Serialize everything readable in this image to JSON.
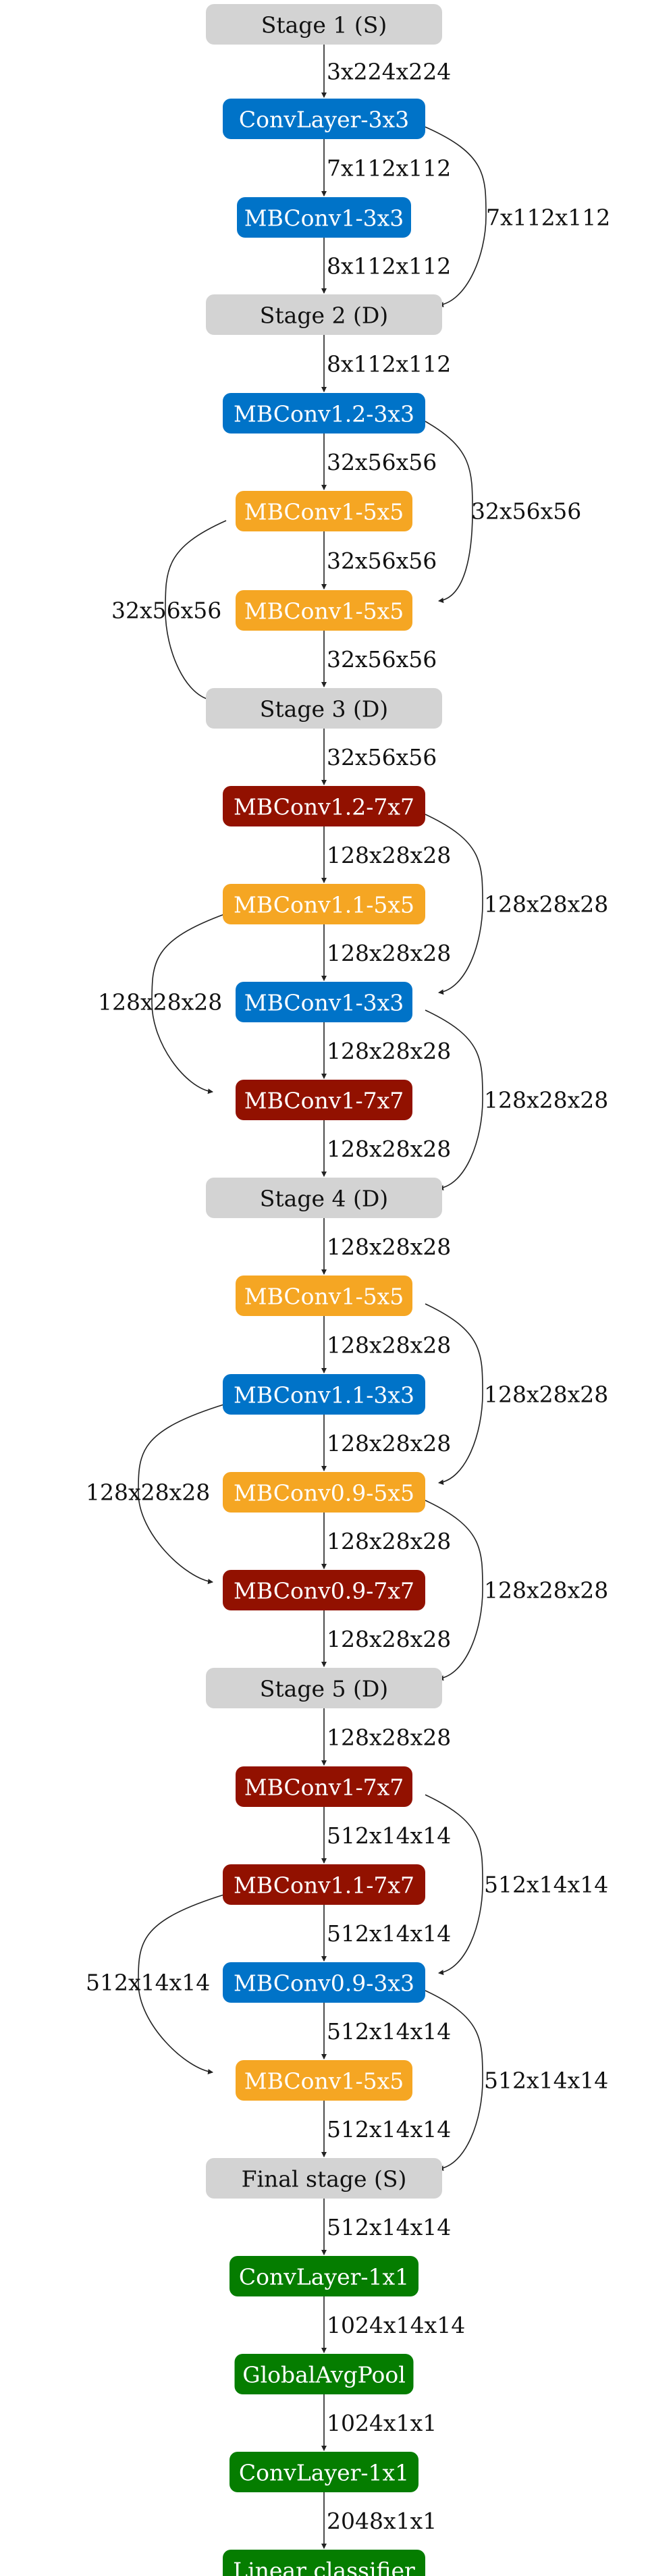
{
  "colors": {
    "stage": "#d3d3d3",
    "conv3x3": "#0073c8",
    "conv5x5": "#f5a623",
    "conv7x7": "#921100",
    "head": "#057d00",
    "text_light": "#ffffff",
    "text_dark": "#111111",
    "edge": "#222222"
  },
  "nodes": [
    {
      "id": "s1",
      "label": "Stage 1 (S)",
      "kind": "stage"
    },
    {
      "id": "cl1",
      "label": "ConvLayer-3x3",
      "kind": "conv3x3"
    },
    {
      "id": "mb1",
      "label": "MBConv1-3x3",
      "kind": "conv3x3"
    },
    {
      "id": "s2",
      "label": "Stage 2 (D)",
      "kind": "stage"
    },
    {
      "id": "mb2a",
      "label": "MBConv1.2-3x3",
      "kind": "conv3x3"
    },
    {
      "id": "mb2b",
      "label": "MBConv1-5x5",
      "kind": "conv5x5"
    },
    {
      "id": "mb2c",
      "label": "MBConv1-5x5",
      "kind": "conv5x5"
    },
    {
      "id": "s3",
      "label": "Stage 3 (D)",
      "kind": "stage"
    },
    {
      "id": "mb3a",
      "label": "MBConv1.2-7x7",
      "kind": "conv7x7"
    },
    {
      "id": "mb3b",
      "label": "MBConv1.1-5x5",
      "kind": "conv5x5"
    },
    {
      "id": "mb3c",
      "label": "MBConv1-3x3",
      "kind": "conv3x3"
    },
    {
      "id": "mb3d",
      "label": "MBConv1-7x7",
      "kind": "conv7x7"
    },
    {
      "id": "s4",
      "label": "Stage 4 (D)",
      "kind": "stage"
    },
    {
      "id": "mb4a",
      "label": "MBConv1-5x5",
      "kind": "conv5x5"
    },
    {
      "id": "mb4b",
      "label": "MBConv1.1-3x3",
      "kind": "conv3x3"
    },
    {
      "id": "mb4c",
      "label": "MBConv0.9-5x5",
      "kind": "conv5x5"
    },
    {
      "id": "mb4d",
      "label": "MBConv0.9-7x7",
      "kind": "conv7x7"
    },
    {
      "id": "s5",
      "label": "Stage 5 (D)",
      "kind": "stage"
    },
    {
      "id": "mb5a",
      "label": "MBConv1-7x7",
      "kind": "conv7x7"
    },
    {
      "id": "mb5b",
      "label": "MBConv1.1-7x7",
      "kind": "conv7x7"
    },
    {
      "id": "mb5c",
      "label": "MBConv0.9-3x3",
      "kind": "conv3x3"
    },
    {
      "id": "mb5d",
      "label": "MBConv1-5x5",
      "kind": "conv5x5"
    },
    {
      "id": "fs",
      "label": "Final stage (S)",
      "kind": "stage"
    },
    {
      "id": "cl2",
      "label": "ConvLayer-1x1",
      "kind": "head"
    },
    {
      "id": "gap",
      "label": "GlobalAvgPool",
      "kind": "head"
    },
    {
      "id": "cl3",
      "label": "ConvLayer-1x1",
      "kind": "head"
    },
    {
      "id": "lin",
      "label": "Linear classifier",
      "kind": "head"
    }
  ],
  "edges": [
    {
      "from": "s1",
      "to": "cl1",
      "label": "3x224x224"
    },
    {
      "from": "cl1",
      "to": "mb1",
      "label": "7x112x112"
    },
    {
      "from": "cl1",
      "to": "s2",
      "label": "7x112x112"
    },
    {
      "from": "mb1",
      "to": "s2",
      "label": "8x112x112"
    },
    {
      "from": "s2",
      "to": "mb2a",
      "label": "8x112x112"
    },
    {
      "from": "mb2a",
      "to": "mb2b",
      "label": "32x56x56"
    },
    {
      "from": "mb2a",
      "to": "mb2c",
      "label": "32x56x56"
    },
    {
      "from": "mb2b",
      "to": "mb2c",
      "label": "32x56x56"
    },
    {
      "from": "mb2b",
      "to": "s3",
      "label": "32x56x56"
    },
    {
      "from": "mb2c",
      "to": "s3",
      "label": "32x56x56"
    },
    {
      "from": "s3",
      "to": "mb3a",
      "label": "32x56x56"
    },
    {
      "from": "mb3a",
      "to": "mb3b",
      "label": "128x28x28"
    },
    {
      "from": "mb3a",
      "to": "mb3c",
      "label": "128x28x28"
    },
    {
      "from": "mb3b",
      "to": "mb3c",
      "label": "128x28x28"
    },
    {
      "from": "mb3b",
      "to": "mb3d",
      "label": "128x28x28"
    },
    {
      "from": "mb3c",
      "to": "mb3d",
      "label": "128x28x28"
    },
    {
      "from": "mb3c",
      "to": "s4",
      "label": "128x28x28"
    },
    {
      "from": "mb3d",
      "to": "s4",
      "label": "128x28x28"
    },
    {
      "from": "s4",
      "to": "mb4a",
      "label": "128x28x28"
    },
    {
      "from": "mb4a",
      "to": "mb4b",
      "label": "128x28x28"
    },
    {
      "from": "mb4a",
      "to": "mb4c",
      "label": "128x28x28"
    },
    {
      "from": "mb4b",
      "to": "mb4c",
      "label": "128x28x28"
    },
    {
      "from": "mb4b",
      "to": "mb4d",
      "label": "128x28x28"
    },
    {
      "from": "mb4c",
      "to": "mb4d",
      "label": "128x28x28"
    },
    {
      "from": "mb4c",
      "to": "s5",
      "label": "128x28x28"
    },
    {
      "from": "mb4d",
      "to": "s5",
      "label": "128x28x28"
    },
    {
      "from": "s5",
      "to": "mb5a",
      "label": "128x28x28"
    },
    {
      "from": "mb5a",
      "to": "mb5b",
      "label": "512x14x14"
    },
    {
      "from": "mb5a",
      "to": "mb5c",
      "label": "512x14x14"
    },
    {
      "from": "mb5b",
      "to": "mb5c",
      "label": "512x14x14"
    },
    {
      "from": "mb5b",
      "to": "mb5d",
      "label": "512x14x14"
    },
    {
      "from": "mb5c",
      "to": "mb5d",
      "label": "512x14x14"
    },
    {
      "from": "mb5c",
      "to": "fs",
      "label": "512x14x14"
    },
    {
      "from": "mb5d",
      "to": "fs",
      "label": "512x14x14"
    },
    {
      "from": "fs",
      "to": "cl2",
      "label": "512x14x14"
    },
    {
      "from": "cl2",
      "to": "gap",
      "label": "1024x14x14"
    },
    {
      "from": "gap",
      "to": "cl3",
      "label": "1024x1x1"
    },
    {
      "from": "cl3",
      "to": "lin",
      "label": "2048x1x1"
    }
  ]
}
